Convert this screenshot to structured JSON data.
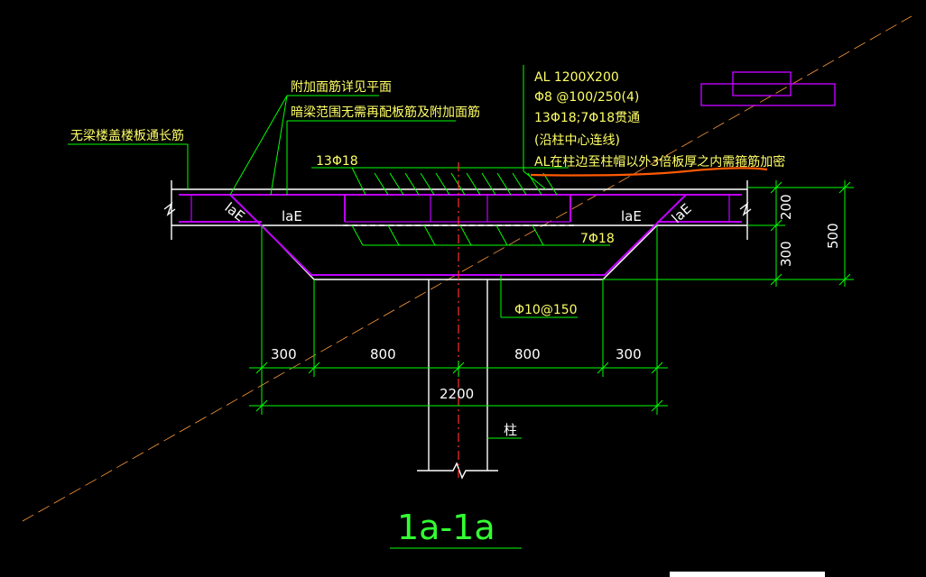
{
  "annotations": {
    "note_add_reinf": "附加面筋详见平面",
    "note_no_extra": "暗梁范围无需再配板筋及附加面筋",
    "note_no_beam_slab": "无梁楼盖楼板通长筋",
    "bar_top": "13Φ18",
    "bar_bottom": "7Φ18",
    "stirrup": "Φ10@150",
    "lae_left": "laE",
    "lae_right": "laE",
    "lae_diag_left": "laE",
    "lae_diag_right": "laE",
    "column": "柱"
  },
  "spec": {
    "line1": "AL 1200X200",
    "line2": "Φ8 @100/250(4)",
    "line3": "13Φ18;7Φ18贯通",
    "line4": "(沿柱中心连线)",
    "line5": "AL在柱边至柱帽以外3倍板厚之内需箍筋加密"
  },
  "dimensions": {
    "d_300_left": "300",
    "d_800_left": "800",
    "d_800_right": "800",
    "d_300_right": "300",
    "d_total": "2200",
    "d_200": "200",
    "d_300_v": "300",
    "d_500": "500"
  },
  "section_title": "1a-1a",
  "colors": {
    "background": "#000000",
    "dimension_green": "#00ff00",
    "outline_white": "#ffffff",
    "rebar_magenta": "#c000ff",
    "annotation_yellow": "#ffff66",
    "centerline_red": "#ff3030",
    "markup_orange": "#ff5a00"
  }
}
